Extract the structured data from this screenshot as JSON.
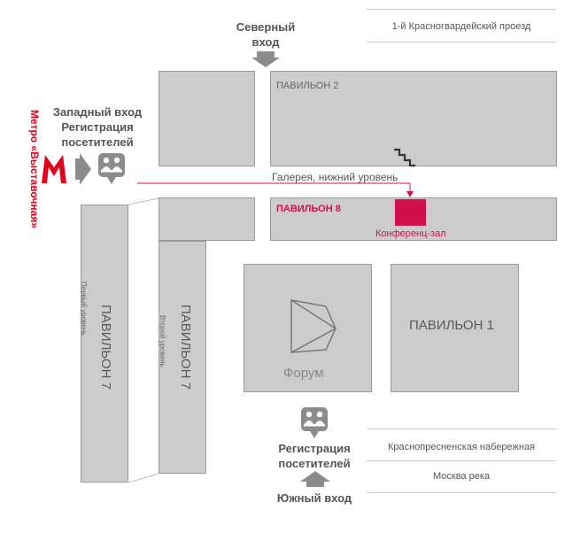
{
  "entrances": {
    "north": [
      "Северный",
      "вход"
    ],
    "west": [
      "Западный вход",
      "Регистрация",
      "посетителей"
    ],
    "south": "Южный вход",
    "south_registration": [
      "Регистрация",
      "посетителей"
    ]
  },
  "metro": "Метро «Выставочная»",
  "streets": {
    "top": "1-й Красногвардейский проезд",
    "bottom_1": "Краснопресненская набережная",
    "bottom_2": "Москва река"
  },
  "pavilions": {
    "p2": "ПАВИЛЬОН 2",
    "p8": "ПАВИЛЬОН 8",
    "p1": "ПАВИЛЬОН 1",
    "p7_left": "ПАВИЛЬОН 7",
    "p7_left_level": "Первый уровень",
    "p7_right": "ПАВИЛЬОН 7",
    "p7_right_level": "Второй уровень",
    "forum": "Форум"
  },
  "gallery": "Галерея, нижний уровень",
  "conference_hall": "Конференц-зал",
  "colors": {
    "block_fill": "#cccccc",
    "block_stroke": "#9a9a9a",
    "accent": "#d0104c",
    "metro_red": "#e4001b",
    "arrow_gray": "#8c8c8c"
  }
}
